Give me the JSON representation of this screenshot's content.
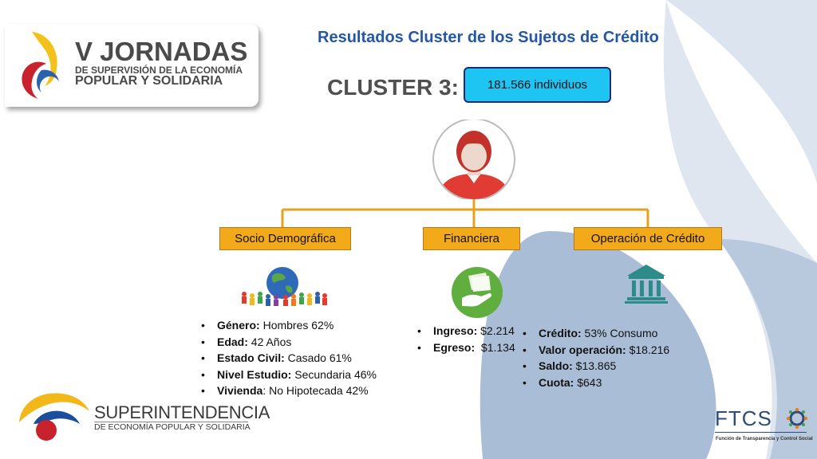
{
  "logo": {
    "line1": "V JORNADAS",
    "line2": "DE SUPERVISIÓN DE LA ECONOMÍA",
    "line3": "POPULAR Y SOLIDARIA"
  },
  "title": "Resultados Cluster de los Sujetos de Crédito",
  "cluster_label": "CLUSTER 3:",
  "count_badge": "181.566 individuos",
  "categories": {
    "socio": "Socio Demográfica",
    "financiera": "Financiera",
    "operacion": "Operación de Crédito"
  },
  "socio_items": [
    {
      "label": "Género:",
      "value": " Hombres 62%"
    },
    {
      "label": "Edad:",
      "value": " 42 Años"
    },
    {
      "label": "Estado Civil:",
      "value": " Casado 61%"
    },
    {
      "label": "Nivel Estudio:",
      "value": " Secundaria 46%"
    },
    {
      "label": "Vivienda",
      "value": ": No Hipotecada 42%"
    }
  ],
  "financiera_items": [
    {
      "label": "Ingreso:",
      "value": " $2.214"
    },
    {
      "label": "Egreso:",
      "value": "  $1.134"
    }
  ],
  "operacion_items": [
    {
      "label": "Crédito:",
      "value": " 53% Consumo"
    },
    {
      "label": "Valor operación:",
      "value": " $18.216"
    },
    {
      "label": "Saldo:",
      "value": " $13.865"
    },
    {
      "label": "Cuota:",
      "value": " $643"
    }
  ],
  "footer": {
    "sup_line1": "SUPERINTENDENCIA",
    "sup_line2": "DE ECONOMÍA POPULAR Y SOLIDARIA",
    "ftcs": "FTCS",
    "ftcs_sub": "Función de Transparencia y Control Social"
  },
  "colors": {
    "title": "#2458a6",
    "badge": "#1ec5f2",
    "category": "#f2a91a",
    "background_shape": "#a9bdd6"
  }
}
